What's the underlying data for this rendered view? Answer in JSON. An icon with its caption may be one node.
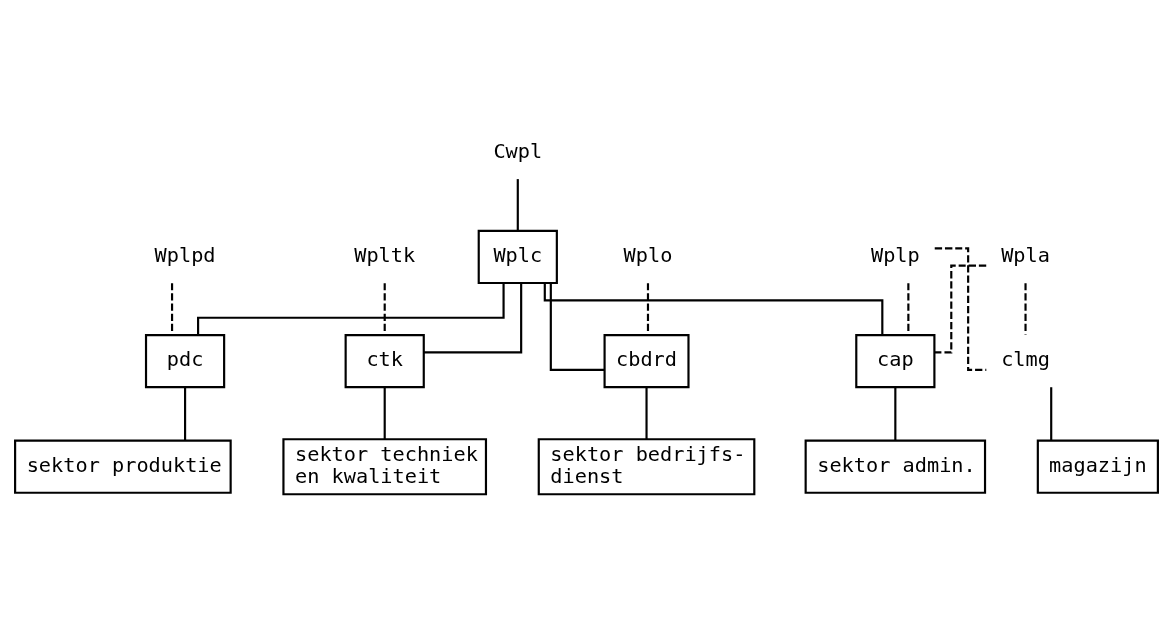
{
  "diagram": {
    "nodes": [
      {
        "text": [
          "Cwpl"
        ]
      },
      {
        "text": [
          "Wplc"
        ]
      },
      {
        "text": [
          "Wplo"
        ]
      },
      {
        "text": [
          "Wplpd"
        ]
      },
      {
        "text": [
          "Wpltk"
        ]
      },
      {
        "text": [
          "Wplp"
        ]
      },
      {
        "text": [
          "Wpla"
        ]
      },
      {
        "text": [
          "pdc"
        ]
      },
      {
        "text": [
          "ctk"
        ]
      },
      {
        "text": [
          "cap"
        ]
      },
      {
        "text": [
          "cbdrd"
        ]
      },
      {
        "text": [
          "clmg"
        ]
      },
      {
        "text": [
          "sektor bedrijfs- dienst"
        ]
      },
      {
        "text": [
          "sektor produktie"
        ]
      },
      {
        "text": [
          "sektor techniek en kwaliteit"
        ]
      },
      {
        "text": [
          "sektor admin."
        ]
      },
      {
        "text": [
          "magazijn"
        ]
      }
    ],
    "edges": [
      {
        "from": 0,
        "to": 1,
        "arrow": "none"
      },
      {
        "from": 1,
        "to": 10,
        "arrow": "none"
      },
      {
        "from": 1,
        "to": 7,
        "arrow": "none"
      },
      {
        "from": 1,
        "to": 8,
        "arrow": "none"
      },
      {
        "from": 1,
        "to": 9,
        "arrow": "none"
      },
      {
        "from": 2,
        "to": 10,
        "arrow": "none",
        "style": "dashed"
      },
      {
        "from": 3,
        "to": 7,
        "arrow": "none",
        "style": "dashed"
      },
      {
        "from": 4,
        "to": 8,
        "arrow": "none",
        "style": "dashed"
      },
      {
        "from": 5,
        "to": 9,
        "arrow": "none",
        "style": "dashed"
      },
      {
        "from": 6,
        "to": 9,
        "arrow": "none",
        "style": "dashed"
      },
      {
        "from": 5,
        "to": 11,
        "arrow": "none",
        "style": "dashed"
      },
      {
        "from": 6,
        "to": 11,
        "arrow": "none",
        "style": "dashed"
      },
      {
        "from": 10,
        "to": 12,
        "arrow": "none"
      },
      {
        "from": 7,
        "to": 13,
        "arrow": "none"
      },
      {
        "from": 8,
        "to": 14,
        "arrow": "none"
      },
      {
        "from": 9,
        "to": 15,
        "arrow": "none"
      },
      {
        "from": 11,
        "to": 16,
        "arrow": "none"
      }
    ]
  }
}
